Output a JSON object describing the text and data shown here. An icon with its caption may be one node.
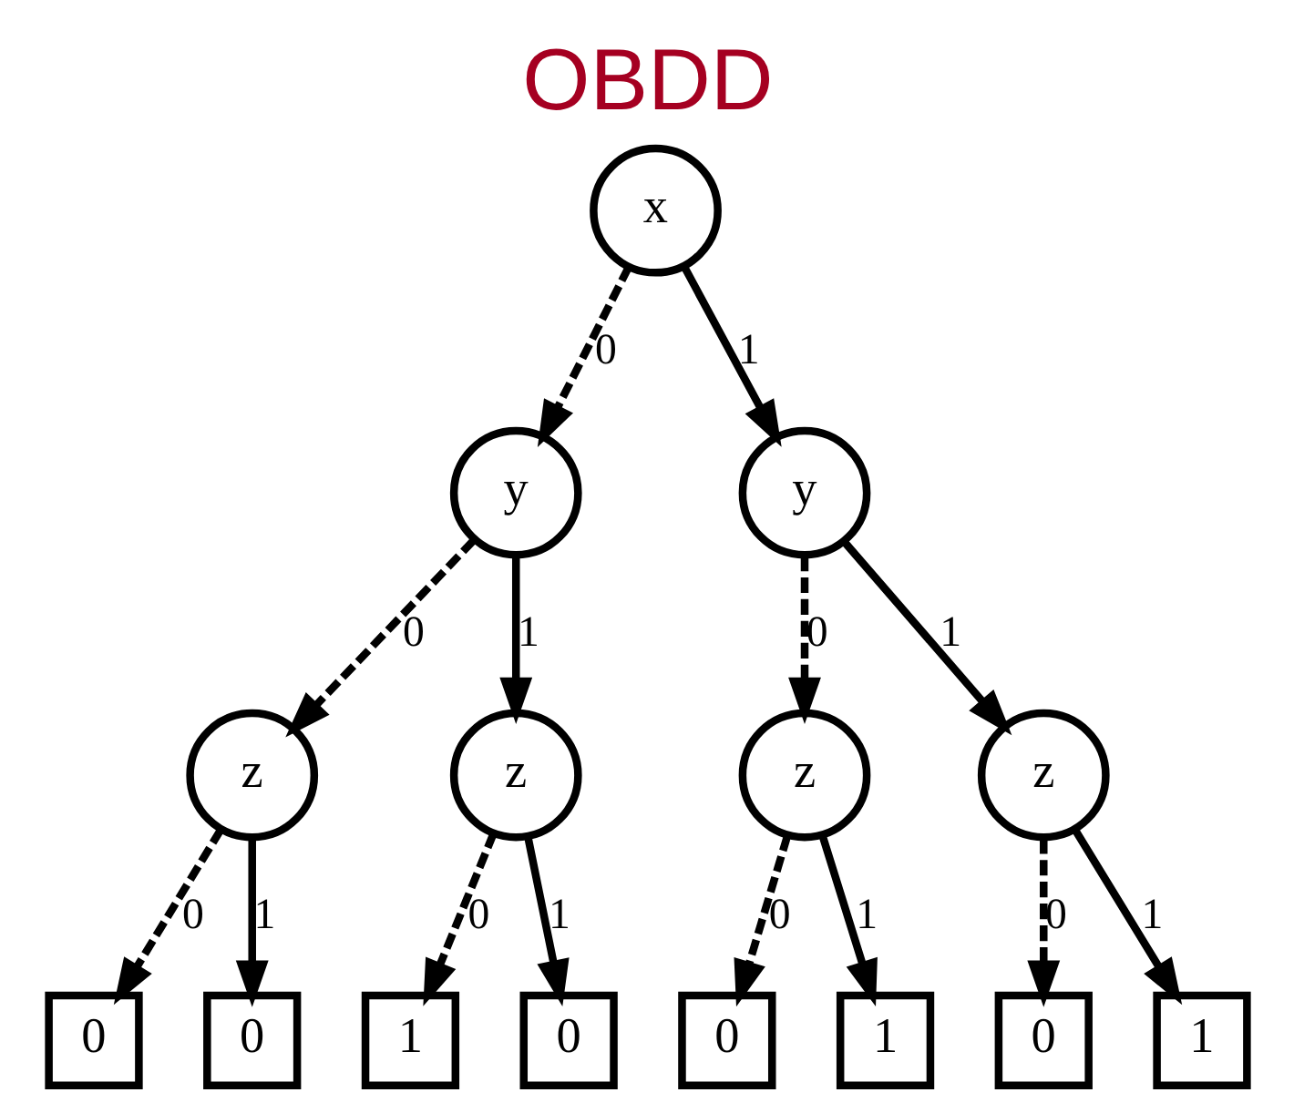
{
  "diagram": {
    "title": "OBDD",
    "nodes": [
      {
        "text": [
          "x"
        ]
      },
      {
        "text": [
          "y"
        ]
      },
      {
        "text": [
          "y"
        ]
      },
      {
        "text": [
          "z"
        ]
      },
      {
        "text": [
          "z"
        ]
      },
      {
        "text": [
          "z"
        ]
      },
      {
        "text": [
          "z"
        ]
      },
      {
        "text": [
          "0"
        ]
      },
      {
        "text": [
          "0"
        ]
      },
      {
        "text": [
          "1"
        ]
      },
      {
        "text": [
          "0"
        ]
      },
      {
        "text": [
          "0"
        ]
      },
      {
        "text": [
          "1"
        ]
      },
      {
        "text": [
          "0"
        ]
      },
      {
        "text": [
          "1"
        ]
      }
    ],
    "edges": [
      {
        "from": 0,
        "to": 1,
        "arrow": "to",
        "label": "0",
        "style": "dashed"
      },
      {
        "from": 0,
        "to": 2,
        "arrow": "to",
        "label": "1"
      },
      {
        "from": 1,
        "to": 3,
        "arrow": "to",
        "label": "0",
        "style": "dashed"
      },
      {
        "from": 1,
        "to": 4,
        "arrow": "to",
        "label": "1"
      },
      {
        "from": 2,
        "to": 5,
        "arrow": "to",
        "label": "0",
        "style": "dashed"
      },
      {
        "from": 2,
        "to": 6,
        "arrow": "to",
        "label": "1"
      },
      {
        "from": 3,
        "to": 7,
        "arrow": "to",
        "label": "0",
        "style": "dashed"
      },
      {
        "from": 3,
        "to": 8,
        "arrow": "to",
        "label": "1"
      },
      {
        "from": 4,
        "to": 9,
        "arrow": "to",
        "label": "0",
        "style": "dashed"
      },
      {
        "from": 4,
        "to": 10,
        "arrow": "to",
        "label": "1"
      },
      {
        "from": 5,
        "to": 11,
        "arrow": "to",
        "label": "0",
        "style": "dashed"
      },
      {
        "from": 5,
        "to": 12,
        "arrow": "to",
        "label": "1"
      },
      {
        "from": 6,
        "to": 13,
        "arrow": "to",
        "label": "0",
        "style": "dashed"
      },
      {
        "from": 6,
        "to": 14,
        "arrow": "to",
        "label": "1"
      }
    ]
  }
}
